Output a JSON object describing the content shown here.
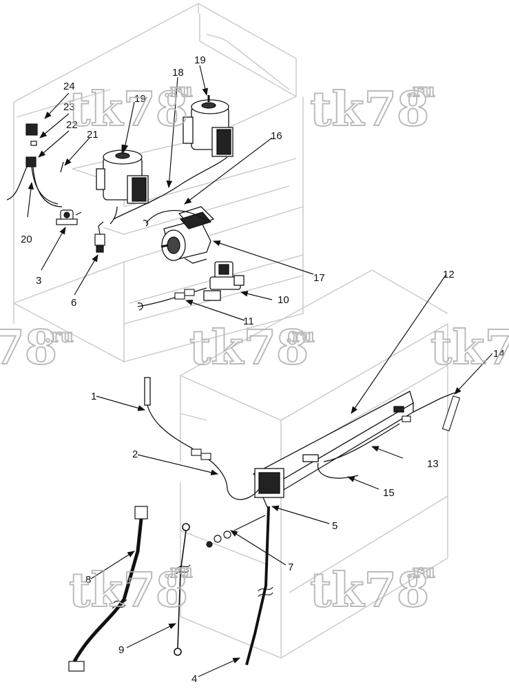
{
  "watermark": {
    "main": "tk78",
    "suffix": ".ru"
  },
  "callouts": [
    "1",
    "2",
    "3",
    "4",
    "5",
    "6",
    "7",
    "8",
    "9",
    "10",
    "11",
    "12",
    "13",
    "14",
    "15",
    "16",
    "17",
    "18",
    "19",
    "19",
    "20",
    "21",
    "22",
    "23",
    "24"
  ],
  "colors": {
    "outline": "#c8c8c8",
    "line": "#111111",
    "watermark": "#b0b0b0"
  }
}
